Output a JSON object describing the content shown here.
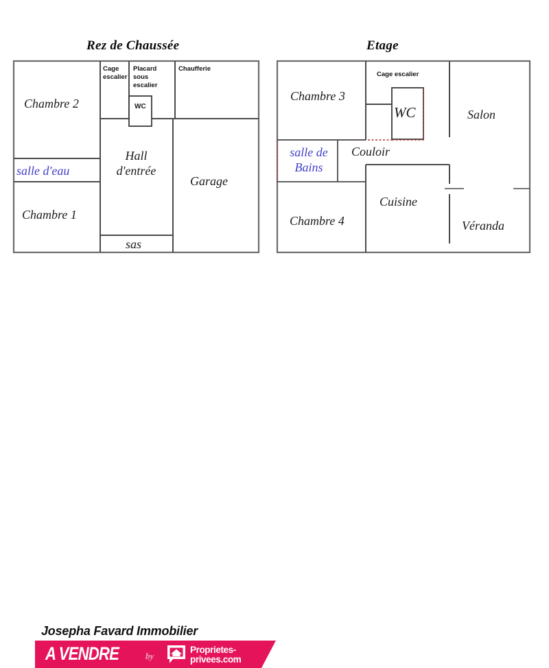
{
  "document": {
    "type": "real-estate-floor-plan",
    "background_color": "#ffffff"
  },
  "colors": {
    "wall": "#555555",
    "wall_thin": "#3a3a3a",
    "text": "#1a1a1a",
    "blue_text": "#4340c8",
    "dashed_red": "#b03535",
    "brand_pink": "#e5145a",
    "brand_white": "#ffffff",
    "by_pink": "#f4a8bd"
  },
  "plans": [
    {
      "id": "rez-de-chaussee",
      "title": "Rez de Chaussée",
      "rooms": [
        {
          "name": "chambre-2",
          "label": "Chambre 2",
          "style": "normal"
        },
        {
          "name": "salle-deau",
          "label": "salle d'eau",
          "style": "blue"
        },
        {
          "name": "chambre-1",
          "label": "Chambre 1",
          "style": "normal"
        },
        {
          "name": "cage-escalier",
          "label": "Cage escalier",
          "style": "small"
        },
        {
          "name": "placard-sous-escalier",
          "label": "Placard sous escalier",
          "style": "small"
        },
        {
          "name": "wc",
          "label": "WC",
          "style": "wc"
        },
        {
          "name": "chaufferie",
          "label": "Chaufferie",
          "style": "small"
        },
        {
          "name": "hall-dentree",
          "label": "Hall d'entrée",
          "style": "normal"
        },
        {
          "name": "garage",
          "label": "Garage",
          "style": "normal"
        },
        {
          "name": "sas",
          "label": "sas",
          "style": "normal"
        }
      ]
    },
    {
      "id": "etage",
      "title": "Etage",
      "rooms": [
        {
          "name": "chambre-3",
          "label": "Chambre 3",
          "style": "normal"
        },
        {
          "name": "cage-escalier",
          "label": "Cage escalier",
          "style": "small"
        },
        {
          "name": "wc",
          "label": "WC",
          "style": "wc-big"
        },
        {
          "name": "salon",
          "label": "Salon",
          "style": "normal"
        },
        {
          "name": "salle-de-bains",
          "label": "salle de Bains",
          "style": "blue"
        },
        {
          "name": "couloir",
          "label": "Couloir",
          "style": "normal"
        },
        {
          "name": "chambre-4",
          "label": "Chambre 4",
          "style": "normal"
        },
        {
          "name": "cuisine",
          "label": "Cuisine",
          "style": "normal"
        },
        {
          "name": "veranda",
          "label": "Véranda",
          "style": "normal"
        }
      ]
    }
  ],
  "labels": {
    "rdc": {
      "title": "Rez de Chaussée",
      "chambre2": "Chambre 2",
      "salle_deau": "salle d'eau",
      "chambre1": "Chambre 1",
      "cage_escalier_l1": "Cage",
      "cage_escalier_l2": "escalier",
      "placard_l1": "Placard",
      "placard_l2": "sous",
      "placard_l3": "escalier",
      "wc": "WC",
      "chaufferie": "Chaufferie",
      "hall_l1": "Hall",
      "hall_l2": "d'entrée",
      "garage": "Garage",
      "sas": "sas"
    },
    "etage": {
      "title": "Etage",
      "chambre3": "Chambre 3",
      "cage_escalier": "Cage escalier",
      "wc": "WC",
      "salon": "Salon",
      "salle_de_bains_l1": "salle de",
      "salle_de_bains_l2": "Bains",
      "couloir": "Couloir",
      "chambre4": "Chambre 4",
      "cuisine": "Cuisine",
      "veranda": "Véranda"
    }
  },
  "banner": {
    "agency_name": "Josepha Favard Immobilier",
    "call_to_action": "A VENDRE",
    "by_word": "by",
    "partner_line1": "Proprietes-",
    "partner_line2": "privees.com",
    "logo_icon": "house-speech-bubble-icon",
    "bar_color": "#e5145a"
  }
}
